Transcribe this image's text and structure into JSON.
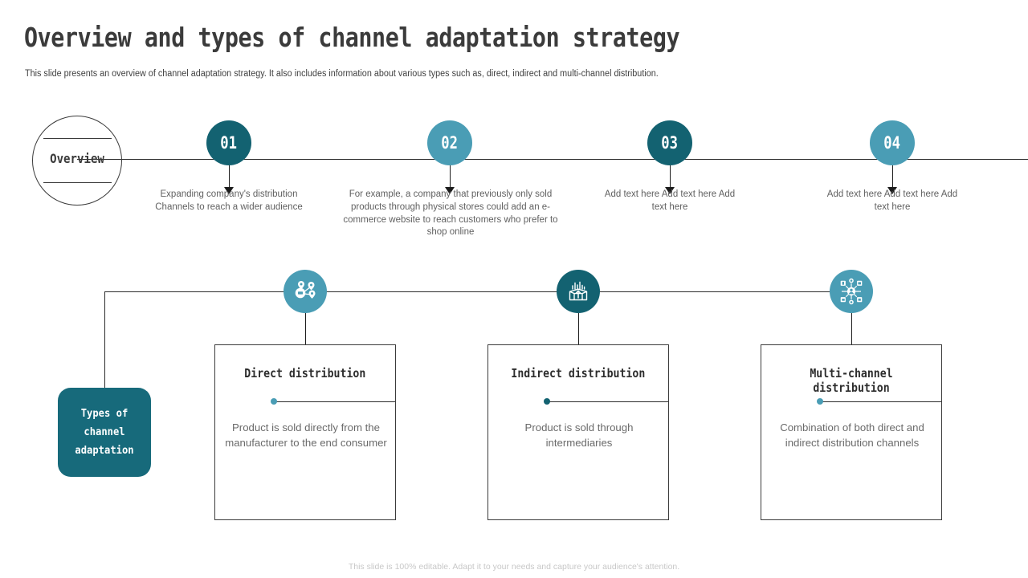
{
  "slide": {
    "title": "Overview and types of channel adaptation strategy",
    "subtitle": "This slide presents an overview of channel adaptation strategy. It also includes information about various types such as, direct, indirect and multi-channel distribution.",
    "footer": "This slide is 100% editable. Adapt it to your needs and capture your audience's attention."
  },
  "colors": {
    "dark_teal": "#136271",
    "light_teal": "#4a9db5",
    "box_teal": "#176a7b",
    "line": "#2b2b2b",
    "body_text": "#616161",
    "footer_text": "#c8c8c8"
  },
  "timeline": {
    "overview_label": "Overview",
    "steps": [
      {
        "number": "01",
        "color": "#136271",
        "text": "Expanding company's distribution Channels to reach a wider audience"
      },
      {
        "number": "02",
        "color": "#4a9db5",
        "text": "For example, a company that previously only sold products through physical stores could add an e-commerce website to reach customers who prefer to shop online"
      },
      {
        "number": "03",
        "color": "#136271",
        "text": "Add text here Add text here Add text here"
      },
      {
        "number": "04",
        "color": "#4a9db5",
        "text": "Add text here Add text here Add text here"
      }
    ]
  },
  "types_section": {
    "anchor_label": "Types of channel adaptation",
    "cards": [
      {
        "title": "Direct distribution",
        "body": "Product is sold directly from the manufacturer to the end consumer",
        "icon": "distribution-network-icon",
        "icon_color": "#4a9db5",
        "dot_color": "#4a9db5"
      },
      {
        "title": "Indirect distribution",
        "body": "Product is sold through intermediaries",
        "icon": "open-package-box-icon",
        "icon_color": "#136271",
        "dot_color": "#136271"
      },
      {
        "title": "Multi-channel distribution",
        "body": "Combination of both direct and indirect distribution channels",
        "icon": "multichannel-hub-icon",
        "icon_color": "#4a9db5",
        "dot_color": "#4a9db5"
      }
    ]
  }
}
